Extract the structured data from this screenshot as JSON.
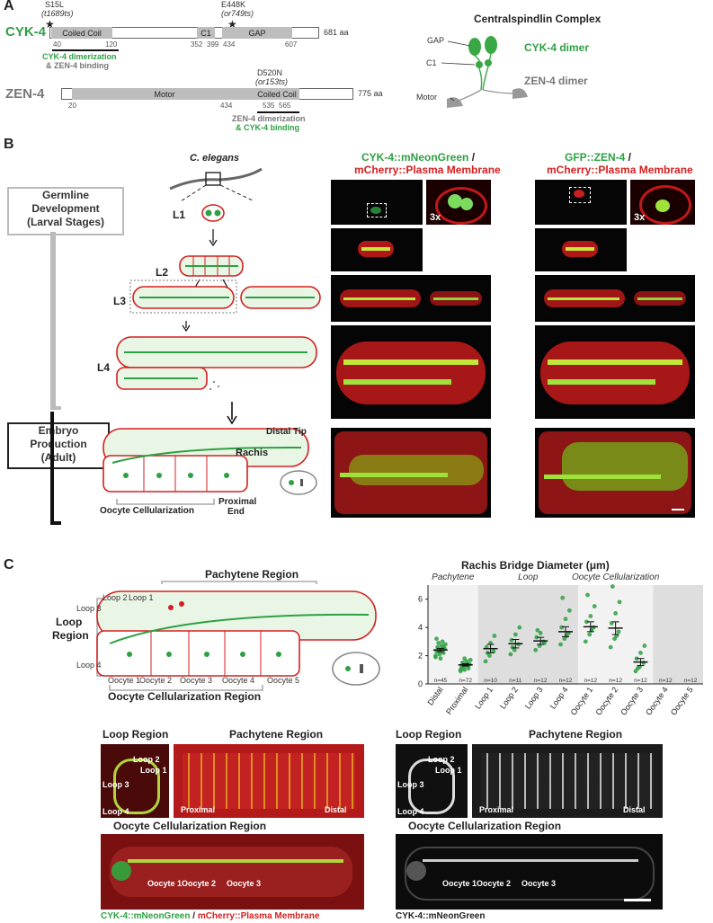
{
  "panel_a": {
    "letter": "A",
    "cyk4": {
      "name": "CYK-4",
      "length": "681 aa",
      "mut1": "S15L",
      "mut1_allele": "(t1689ts)",
      "mut2": "E448K",
      "mut2_allele": "(or749ts)",
      "coiled_coil": "Coiled Coil",
      "c1": "C1",
      "gap": "GAP",
      "ticks": [
        "40",
        "120",
        "352",
        "399",
        "434",
        "607"
      ],
      "note_line1": "CYK-4 dimerization",
      "note_line2": "& ZEN-4 binding"
    },
    "zen4": {
      "name": "ZEN-4",
      "length": "775 aa",
      "mut": "D520N",
      "mut_allele": "(or153ts)",
      "motor": "Motor",
      "coiled_coil": "Coiled Coil",
      "ticks": [
        "20",
        "434",
        "535",
        "565"
      ],
      "note_line1": "ZEN-4 dimerization",
      "note_line2": "& CYK-4 binding"
    },
    "complex": {
      "title": "Centralspindlin Complex",
      "gap": "GAP",
      "c1": "C1",
      "motor": "Motor",
      "cyk4_dimer": "CYK-4 dimer",
      "zen4_dimer": "ZEN-4 dimer"
    }
  },
  "panel_b": {
    "letter": "B",
    "species": "C. elegans",
    "stages": [
      "L1",
      "L2",
      "L3",
      "L4"
    ],
    "germline_box": [
      "Germline",
      "Development",
      "(Larval Stages)"
    ],
    "embryo_box": [
      "Embryo",
      "Production",
      "(Adult)"
    ],
    "labels": {
      "rachis": "Rachis",
      "distal_tip": "Distal Tip",
      "oocyte_cell": "Oocyte Cellularization",
      "proximal_end_1": "Proximal",
      "proximal_end_2": "End"
    },
    "col1_title_1": "CYK-4::mNeonGreen",
    "col1_title_sep": " /",
    "col1_title_2": "mCherry::Plasma Membrane",
    "col2_title_1": "GFP::ZEN-4",
    "col2_title_sep": " /",
    "col2_title_2": "mCherry::Plasma Membrane",
    "zoom": "3x"
  },
  "panel_c": {
    "letter": "C",
    "pachytene_region": "Pachytene Region",
    "loop_region_1": "Loop",
    "loop_region_2": "Region",
    "loops": [
      "Loop 1",
      "Loop 2",
      "Loop 3",
      "Loop 4"
    ],
    "oocytes": [
      "Oocyte 1",
      "Oocyte 2",
      "Oocyte 3",
      "Oocyte 4",
      "Oocyte 5"
    ],
    "oocyte_region": "Oocyte Cellularization Region",
    "micro": {
      "loop_region": "Loop Region",
      "pachytene_region": "Pachytene Region",
      "oocyte_region": "Oocyte Cellularization Region",
      "proximal": "Proximal",
      "distal": "Distal",
      "caption_green": "CYK-4::mNeonGreen",
      "caption_sep": " / ",
      "caption_red": "mCherry::Plasma Membrane",
      "caption_gray": "CYK-4::mNeonGreen"
    }
  },
  "chart_data": {
    "type": "scatter",
    "title": "Rachis Bridge Diameter (μm)",
    "region_labels": [
      "Pachytene",
      "Loop",
      "Oocyte Cellularization"
    ],
    "categories": [
      "Distal",
      "Proximal",
      "Loop 1",
      "Loop 2",
      "Loop 3",
      "Loop 4",
      "Oocyte 1",
      "Oocyte 2",
      "Oocyte 3",
      "Oocyte 4",
      "Oocyte 5"
    ],
    "n": [
      "n=45",
      "n=72",
      "n=10",
      "n=11",
      "n=12",
      "n=12",
      "n=12",
      "n=12",
      "n=12",
      "n=12",
      "n=12"
    ],
    "means": [
      2.4,
      1.35,
      2.5,
      2.85,
      3.05,
      3.7,
      4.05,
      3.95,
      1.55,
      0,
      0
    ],
    "sem": [
      0.12,
      0.08,
      0.3,
      0.3,
      0.25,
      0.35,
      0.35,
      0.45,
      0.25,
      0,
      0
    ],
    "points": [
      [
        1.9,
        2.1,
        2.2,
        2.3,
        2.4,
        2.5,
        2.6,
        2.7,
        2.8,
        2.9,
        3.0,
        2.0,
        2.3,
        2.6,
        3.2,
        1.8,
        2.5,
        2.4
      ],
      [
        0.9,
        1.0,
        1.1,
        1.2,
        1.3,
        1.4,
        1.5,
        1.6,
        1.7,
        1.2,
        1.4,
        1.0,
        1.8,
        1.3
      ],
      [
        1.6,
        2.0,
        2.3,
        2.6,
        2.9,
        3.4,
        2.2
      ],
      [
        2.1,
        2.4,
        2.8,
        3.1,
        3.5,
        4.0,
        2.6
      ],
      [
        2.4,
        2.7,
        3.0,
        3.3,
        3.6,
        2.9,
        3.8
      ],
      [
        2.8,
        3.2,
        3.6,
        4.0,
        4.6,
        5.2,
        6.1,
        3.4
      ],
      [
        3.0,
        3.5,
        4.0,
        4.4,
        4.8,
        5.5,
        6.3,
        3.8
      ],
      [
        2.6,
        3.2,
        3.7,
        4.3,
        5.0,
        5.8,
        6.9,
        3.4
      ],
      [
        0.9,
        1.2,
        1.5,
        1.8,
        2.2,
        2.7,
        1.1
      ],
      [],
      []
    ],
    "ylim": [
      0,
      7
    ],
    "yticks": [
      0,
      2,
      4,
      6
    ],
    "grid": false
  }
}
